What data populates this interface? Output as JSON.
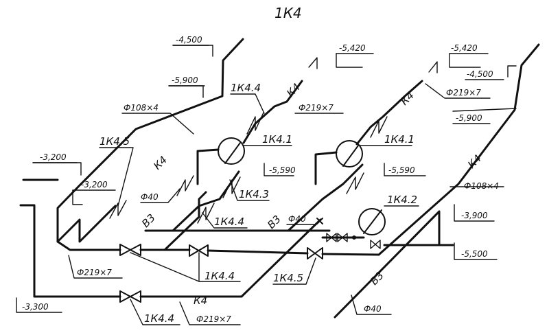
{
  "title": "1К4",
  "pipes": {
    "k4": "К4",
    "b3": "В3"
  },
  "nodes": {
    "n1": "1К4.4",
    "n2": "1К4.5",
    "n3": "1К4.1",
    "n4": "1К4.3",
    "n5": "1К4.4",
    "n6": "1К4.1",
    "n7": "1К4.2",
    "n8": "1К4.4",
    "n9": "1К4.5",
    "n10": "1К4.4"
  },
  "diameters": {
    "d1": "Ф108×4",
    "d2": "Ф219×7",
    "d3": "Ф219×7",
    "d4": "Ф40",
    "d5": "Ф40",
    "d6": "Ф108×4",
    "d7": "Ф219×7",
    "d8": "Ф219×7",
    "d9": "Ф40"
  },
  "levels": {
    "l1": "-4,500",
    "l2": "-5,900",
    "l3": "-5,420",
    "l4": "-5,420",
    "l5": "-4,500",
    "l6": "-5,900",
    "l7": "-3,200",
    "l8": "-3,200",
    "l9": "-5,590",
    "l10": "-5,590",
    "l11": "-3,900",
    "l12": "-5,500",
    "l13": "-3,300"
  }
}
